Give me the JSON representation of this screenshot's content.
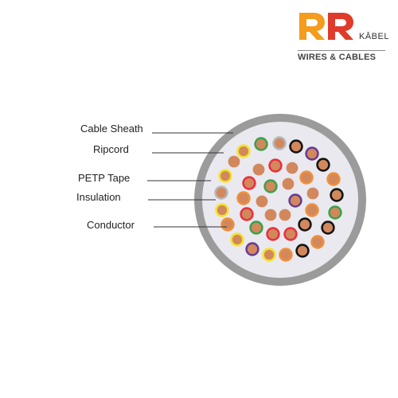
{
  "brand": {
    "logo_text": "RR",
    "name": "KĀBEL",
    "tagline": "WIRES & CABLES",
    "colors": {
      "r_left": "#f39c1e",
      "r_right": "#e03b2a",
      "text": "#333333"
    }
  },
  "callouts": [
    {
      "id": "cable-sheath",
      "label": "Cable Sheath"
    },
    {
      "id": "ripcord",
      "label": "Ripcord"
    },
    {
      "id": "petp-tape",
      "label": "PETP Tape"
    },
    {
      "id": "insulation",
      "label": "Insulation"
    },
    {
      "id": "conductor",
      "label": "Conductor"
    }
  ],
  "colors": {
    "sheath": "#9b9b9b",
    "filler": "#e9e9ef",
    "copper": "#d2885c",
    "leader_line": "#333333",
    "insulation_palette": {
      "red": "#e8323c",
      "green": "#3fa04a",
      "yellow": "#f5e32b",
      "black": "#151515",
      "purple": "#6a3d8f",
      "orange": "#ef8f3a",
      "grey": "#b6b6b6",
      "none": "#d2885c"
    }
  }
}
